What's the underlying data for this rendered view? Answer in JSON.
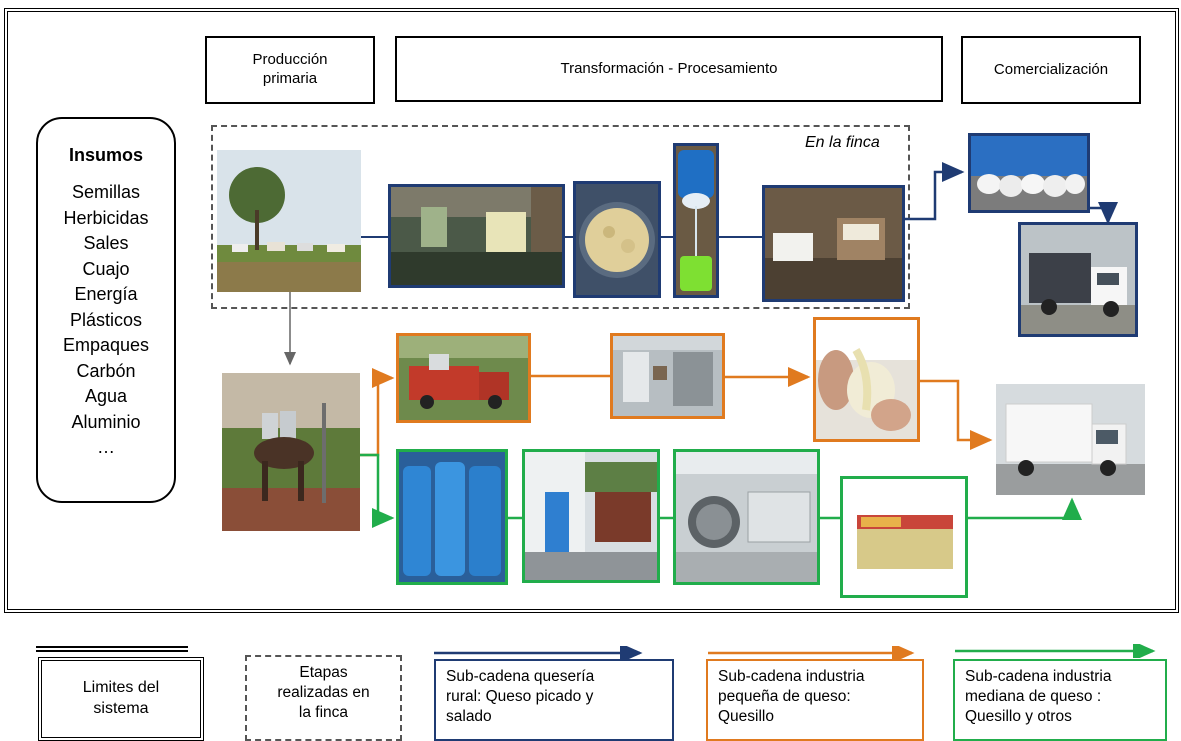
{
  "stages": {
    "primary": "Producción\nprimaria",
    "transformation": "Transformación - Procesamiento",
    "commercialization": "Comercialización"
  },
  "inputs": {
    "title": "Insumos",
    "items": [
      "Semillas",
      "Herbicidas",
      "Sales",
      "Cuajo",
      "Energía",
      "Plásticos",
      "Empaques",
      "Carbón",
      "Agua",
      "Aluminio",
      "…"
    ]
  },
  "farm_label": "En la finca",
  "legend": {
    "system_limits": "Limites del\nsistema",
    "farm_stages": "Etapas\nrealizadas en\nla finca",
    "rural": "Sub-cadena quesería\nrural: Queso picado y\nsalado",
    "small": "Sub-cadena industria\npequeña de queso:\nQuesillo",
    "medium": "Sub-cadena industria\nmediana de queso :\nQuesillo y otros"
  },
  "colors": {
    "rural": "#1f3b73",
    "small": "#e07a1f",
    "medium": "#21ad4b",
    "farm_border": "#555555"
  },
  "photos": {
    "cattle_field": "photo-cattle-field",
    "milk_tanks": "photo-milk-tanks",
    "curd_pot": "photo-curd-pot",
    "whey_drain": "photo-whey-drain",
    "cheese_press": "photo-cheese-press",
    "cheese_bags": "photo-cheese-bags",
    "rural_truck": "photo-rural-truck",
    "mule_cans": "photo-mule-cans",
    "red_truck": "photo-red-truck",
    "small_plant": "photo-small-plant",
    "stretch_cheese": "photo-stretch-cheese",
    "refrigerated_truck": "photo-refrigerated-truck",
    "blue_barrels": "photo-blue-barrels",
    "plant_yard": "photo-plant-yard",
    "industrial_plant": "photo-industrial-plant",
    "packaged_cheese": "photo-packaged-cheese"
  }
}
